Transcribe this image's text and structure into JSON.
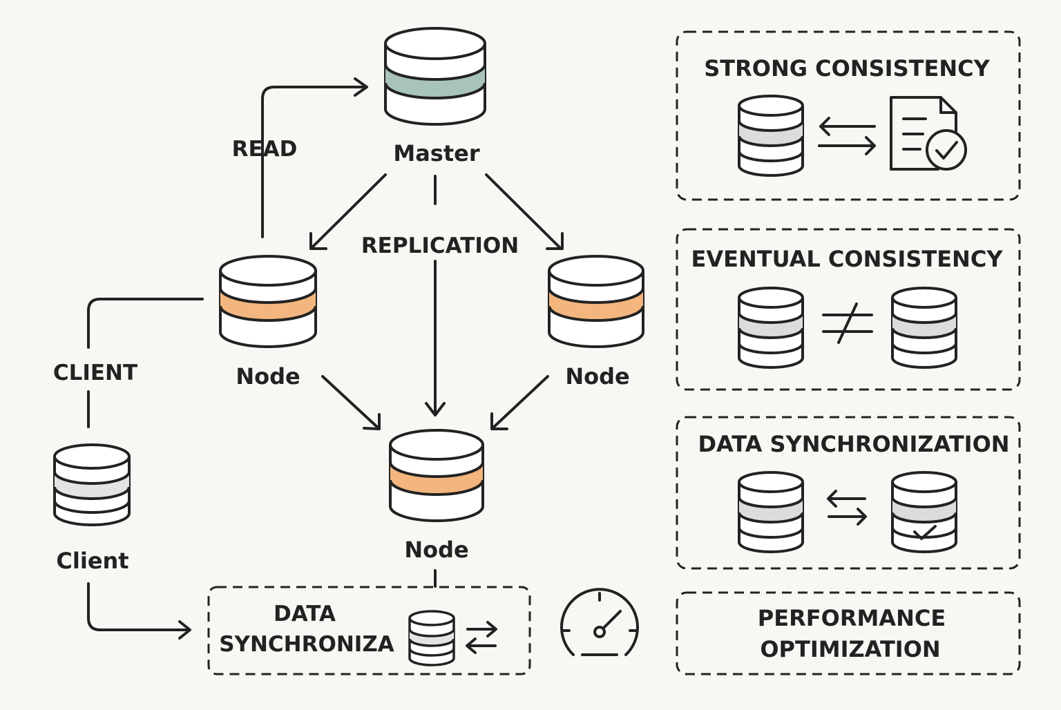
{
  "colors": {
    "background": "#f8f7f4",
    "stroke": "#222222",
    "master_band": "#a8c4b8",
    "node_band": "#f2b67e",
    "gray_band": "#dcdcdc",
    "white": "#ffffff"
  },
  "diagram": {
    "nodes": {
      "master": "Master",
      "node_left": "Node",
      "node_right": "Node",
      "node_bottom": "Node",
      "client": "Client"
    },
    "edge_labels": {
      "read": "READ",
      "replication": "REPLICATION",
      "client": "CLIENT"
    },
    "bottom_box": {
      "line1": "DATA",
      "line2": "SYNCHRONIZA"
    },
    "gauge_icon": "speedometer-icon"
  },
  "panels": {
    "strong": {
      "title": "STRONG CONSISTENCY",
      "icons": [
        "database-icon",
        "sync-arrows-icon",
        "verified-document-icon"
      ]
    },
    "eventual": {
      "title": "EVENTUAL CONSISTENCY",
      "icons": [
        "database-icon",
        "not-equal-icon",
        "database-icon"
      ]
    },
    "sync": {
      "title": "DATA SYNCHRONIZATION",
      "icons": [
        "database-icon",
        "sync-arrows-icon",
        "database-check-icon"
      ]
    },
    "performance": {
      "title_line1": "PERFORMANCE",
      "title_line2": "OPTIMIZATION"
    }
  }
}
